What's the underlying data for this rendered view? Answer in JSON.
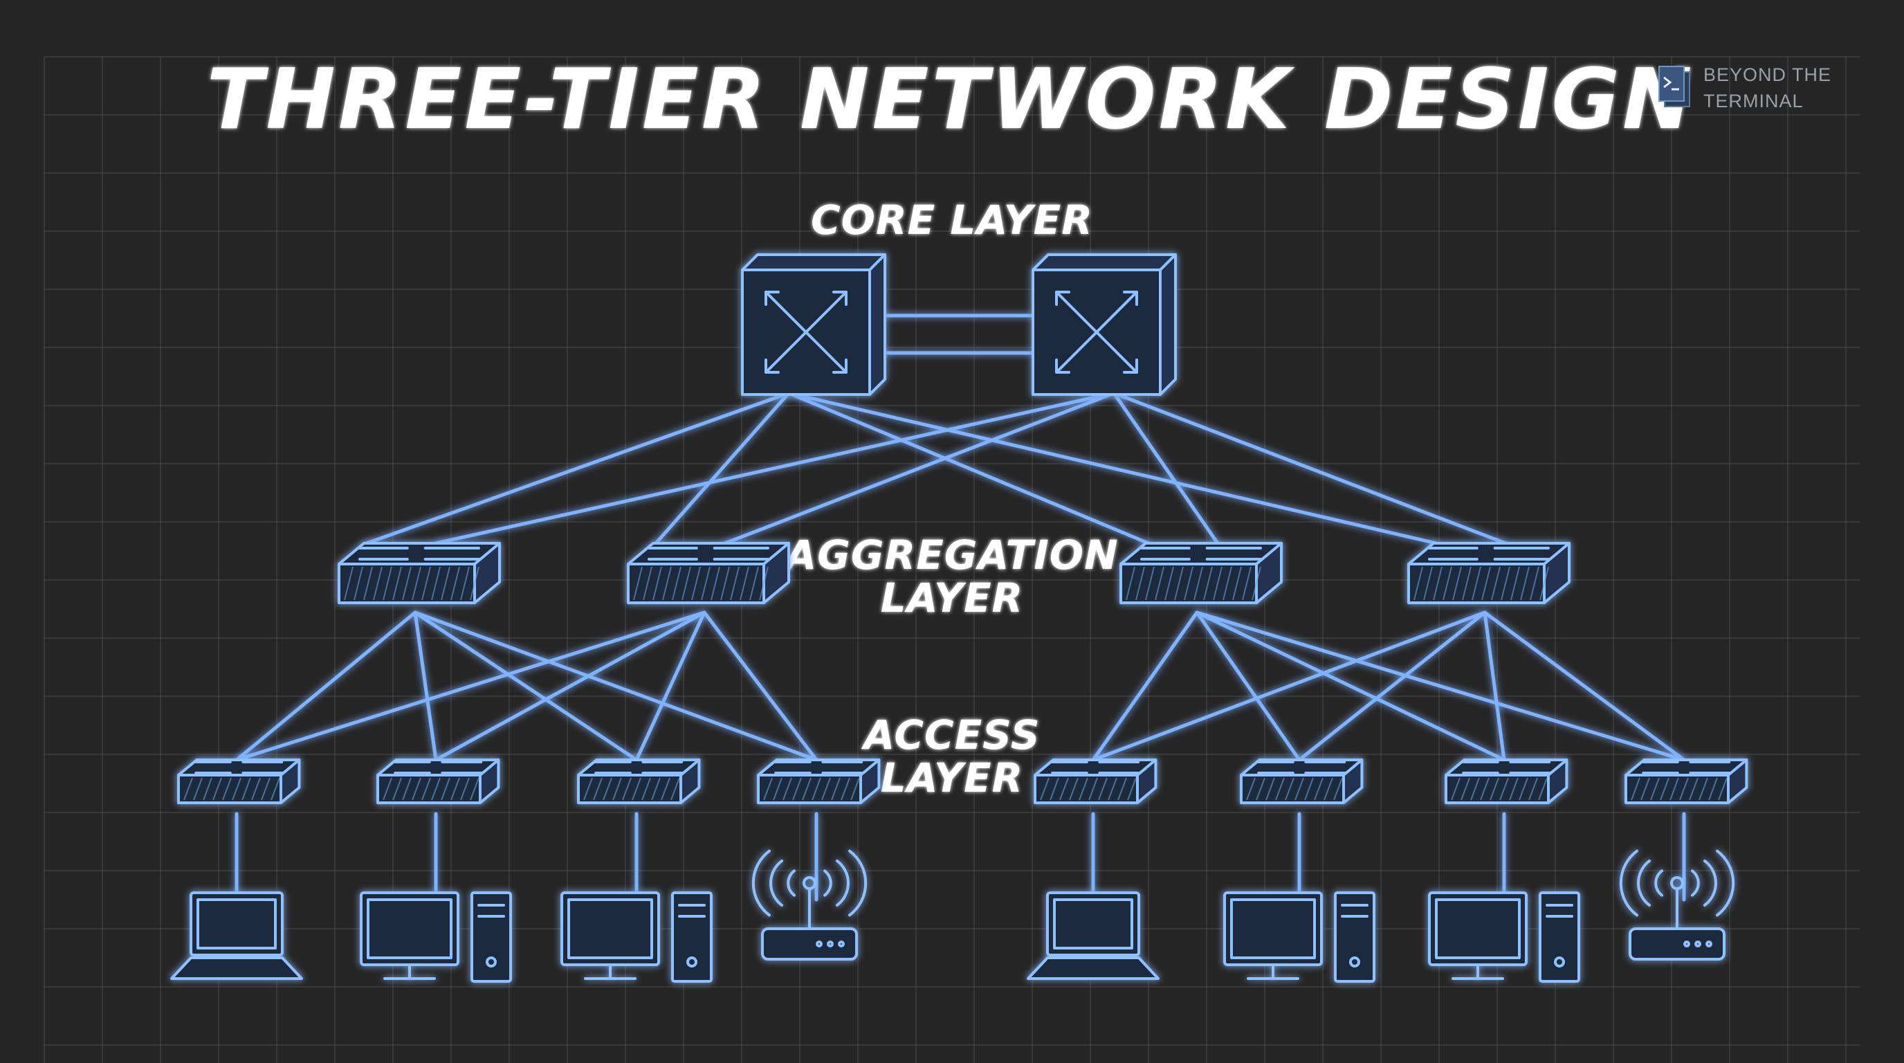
{
  "title": "THREE-TIER NETWORK DESIGN",
  "brand": {
    "line1": "BEYOND THE",
    "line2": "TERMINAL",
    "icon": "terminal-prompt-icon"
  },
  "layers": {
    "core": "CORE LAYER",
    "aggregation_line1": "AGGREGATION",
    "aggregation_line2": "LAYER",
    "access_line1": "ACCESS",
    "access_line2": "LAYER"
  },
  "devices": {
    "core": [
      "core-router-1",
      "core-router-2"
    ],
    "aggregation": [
      "aggregation-switch-1",
      "aggregation-switch-2",
      "aggregation-switch-3",
      "aggregation-switch-4"
    ],
    "access": [
      "access-switch-1",
      "access-switch-2",
      "access-switch-3",
      "access-switch-4",
      "access-switch-5",
      "access-switch-6",
      "access-switch-7",
      "access-switch-8"
    ],
    "endpoints": [
      "laptop",
      "desktop",
      "desktop",
      "wireless-access-point",
      "laptop",
      "desktop",
      "desktop",
      "wireless-access-point"
    ]
  },
  "colors": {
    "background": "#262626",
    "grid": "#4a4a4a",
    "wire": "#7fb2ff",
    "device_outline": "#8fc0ff",
    "label": "#ffffff"
  }
}
